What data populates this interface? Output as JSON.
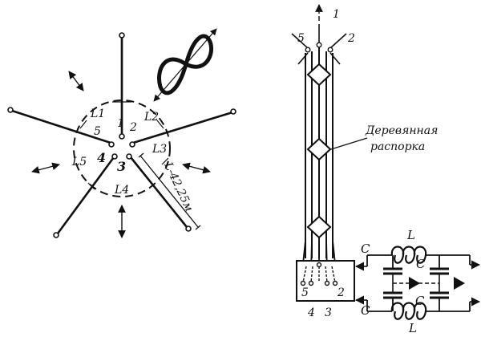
{
  "left_diagram": {
    "center_numbers": [
      "1",
      "2",
      "3",
      "4",
      "5"
    ],
    "spacing_labels": [
      "L1",
      "L2",
      "L3",
      "L4",
      "L5"
    ],
    "length_label": "L-42,25м"
  },
  "right_diagram": {
    "top_numbers": [
      "1",
      "2",
      "5"
    ],
    "spacer_label_line1": "Деревянная",
    "spacer_label_line2": "распорка",
    "box_numbers_top": [
      "5",
      "2"
    ],
    "box_numbers_bottom": [
      "4",
      "3"
    ]
  },
  "circuit": {
    "inductor_label": "L",
    "capacitor_label": "C"
  }
}
